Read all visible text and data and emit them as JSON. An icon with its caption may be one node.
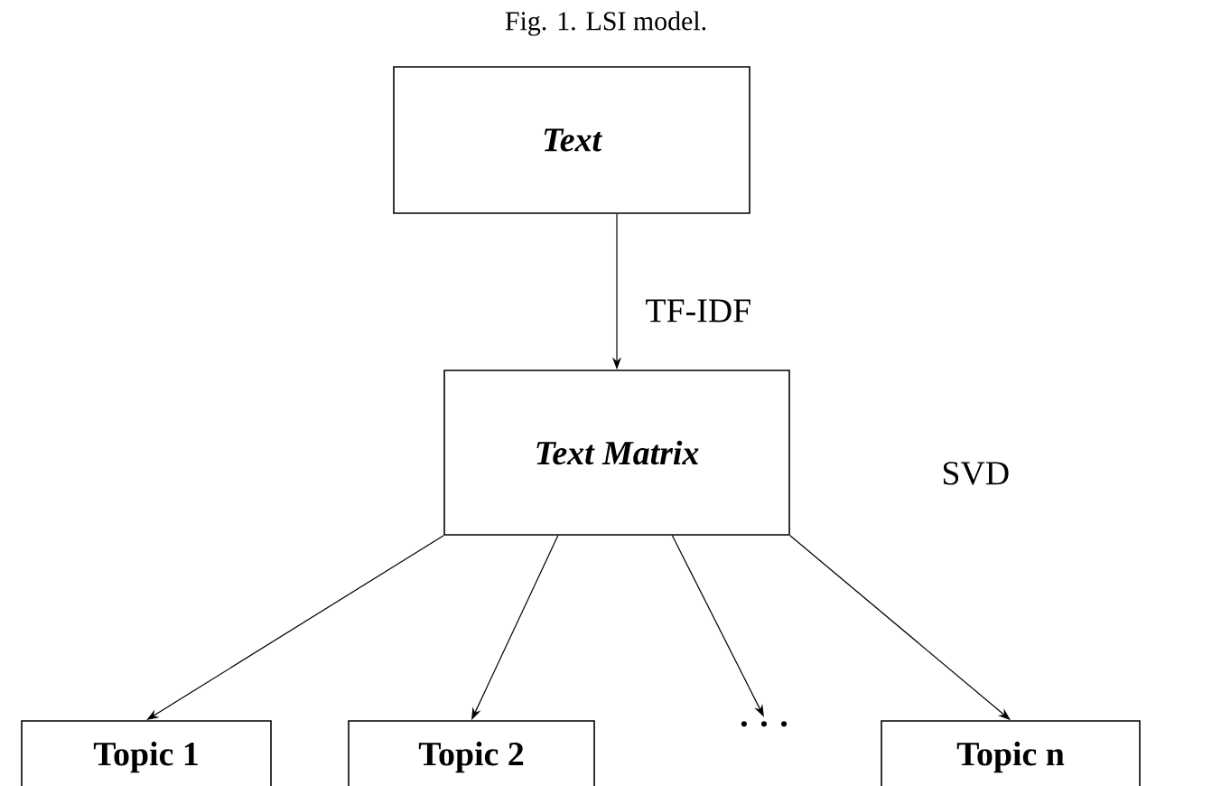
{
  "diagram": {
    "title": "Fig. 1.  LSI model.",
    "nodes": [
      {
        "text": [
          "Text"
        ]
      },
      {
        "text": [
          "Text Matrix"
        ]
      },
      {
        "text": [
          "Topic 1"
        ]
      },
      {
        "text": [
          "Topic 2"
        ]
      },
      {
        "text": [
          "· · ·"
        ]
      },
      {
        "text": [
          "Topic n"
        ]
      }
    ],
    "edges": [
      {
        "from": 0,
        "to": 1,
        "arrow": "to",
        "label": "TF-IDF"
      },
      {
        "from": 1,
        "to": 2,
        "arrow": "to"
      },
      {
        "from": 1,
        "to": 3,
        "arrow": "to"
      },
      {
        "from": 1,
        "to": 4,
        "arrow": "to"
      },
      {
        "from": 1,
        "to": 5,
        "arrow": "to",
        "label": "SVD"
      }
    ]
  }
}
